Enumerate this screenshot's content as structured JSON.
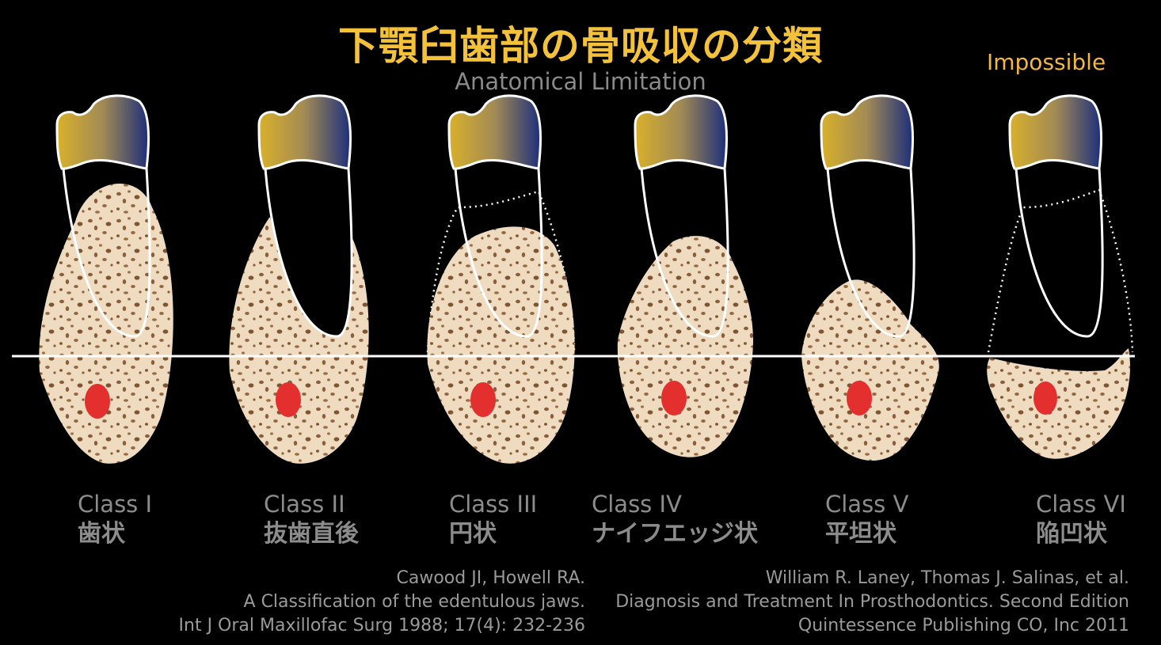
{
  "title": "下顎臼歯部の骨吸収の分類",
  "subtitle": "Anatomical Limitation",
  "brand": "Impossible",
  "colors": {
    "background": "#000000",
    "title": "#f3c23a",
    "bone": "#efdcc0",
    "pore": "#8a5e3a",
    "nerve": "#e3302f",
    "crown_left": "#d9b12a",
    "crown_right": "#1d2f7c",
    "outline": "#ffffff"
  },
  "classes": [
    {
      "name": "Class I",
      "desc": "歯状"
    },
    {
      "name": "Class II",
      "desc": "抜歯直後"
    },
    {
      "name": "Class III",
      "desc": "円状"
    },
    {
      "name": "Class IV",
      "desc": "ナイフエッジ状"
    },
    {
      "name": "Class V",
      "desc": "平坦状"
    },
    {
      "name": "Class VI",
      "desc": "陥凹状"
    }
  ],
  "references": {
    "left": [
      "Cawood JI, Howell RA.",
      "A Classification of the edentulous jaws.",
      "Int J Oral Maxillofac Surg 1988; 17(4): 232-236"
    ],
    "right": [
      "William R. Laney, Thomas J. Salinas, et al.",
      "Diagnosis and Treatment In Prosthodontics. Second Edition",
      "Quintessence Publishing CO, Inc 2011"
    ]
  }
}
